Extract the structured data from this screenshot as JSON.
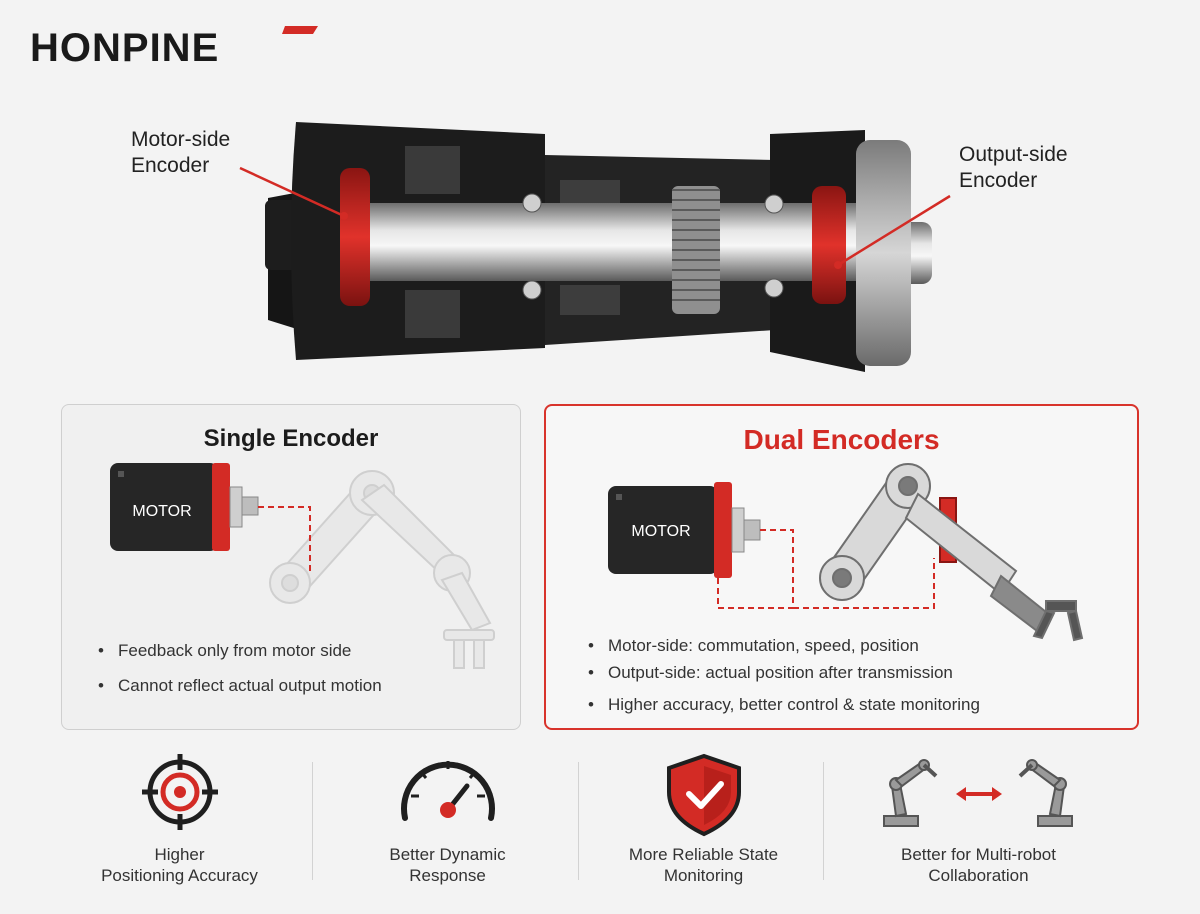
{
  "brand": {
    "logo_text": "HONPINE"
  },
  "callouts": {
    "motor_side": [
      "Motor-side",
      "Encoder"
    ],
    "output_side": [
      "Output-side",
      "Encoder"
    ]
  },
  "single": {
    "title": "Single Encoder",
    "motor_label": "MOTOR",
    "bullets": [
      "Feedback only from motor side",
      "Cannot reflect actual output motion"
    ]
  },
  "dual": {
    "title": "Dual Encoders",
    "motor_label": "MOTOR",
    "bullets": [
      "Motor-side: commutation, speed, position",
      "Output-side: actual position after transmission",
      "Higher accuracy, better control & state monitoring"
    ]
  },
  "benefits": [
    {
      "icon": "target-icon",
      "label": [
        "Higher",
        "Positioning Accuracy"
      ]
    },
    {
      "icon": "gauge-icon",
      "label": [
        "Better Dynamic",
        "Response"
      ]
    },
    {
      "icon": "shield-check-icon",
      "label": [
        "More Reliable State",
        "Monitoring"
      ]
    },
    {
      "icon": "robots-collaboration-icon",
      "label": [
        "Better for Multi-robot",
        "Collaboration"
      ]
    }
  ],
  "colors": {
    "accent": "#d32b25",
    "dark": "#1f1f1f",
    "panel_border": "#cfcfcf"
  }
}
